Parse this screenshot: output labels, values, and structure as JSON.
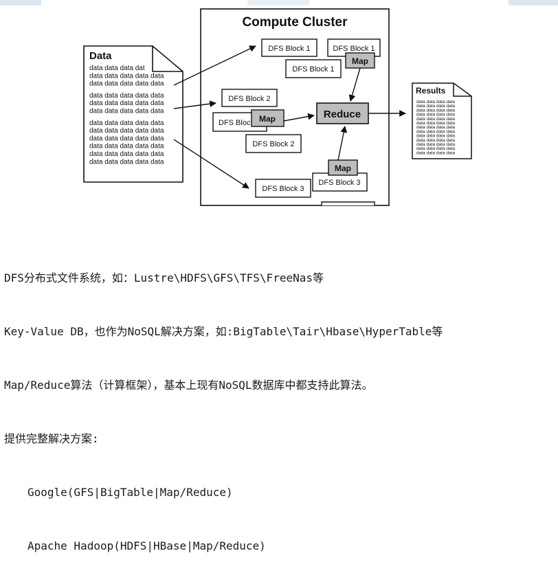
{
  "diagram": {
    "cluster_title": "Compute Cluster",
    "data_doc": {
      "title": "Data",
      "lines": [
        "data data data dat",
        "data data data data data",
        "data data data data data",
        "",
        "data data data data data",
        "data data data data data",
        "data data data data data",
        "",
        "data data data data data",
        "data data data data data",
        "data data data data data",
        "data data data data data",
        "data data data data data",
        "data data data data data"
      ]
    },
    "blocks": {
      "b1a": "DFS Block 1",
      "b1b": "DFS Block 1",
      "b1c": "DFS Block 1",
      "b2a": "DFS Block 2",
      "b2b": "DFS Bloc",
      "b2c": "DFS Block 2",
      "b3a": "DFS Block 3",
      "b3b": "DFS Block 3"
    },
    "map_label": "Map",
    "reduce_label": "Reduce",
    "results_doc": {
      "title": "Results",
      "line": "data data data data"
    },
    "colors": {
      "box_gray": "#bdbdbd",
      "stroke": "#111111"
    }
  },
  "notes": {
    "line1": "DFS分布式文件系统，如：Lustre\\HDFS\\GFS\\TFS\\FreeNas等",
    "line2": "Key-Value DB，也作为NoSQL解决方案，如:BigTable\\Tair\\Hbase\\HyperTable等",
    "line3": "Map/Reduce算法（计算框架），基本上现有NoSQL数据库中都支持此算法。",
    "line4": "提供完整解决方案:",
    "line5": "Google(GFS|BigTable|Map/Reduce)",
    "line6": "Apache Hadoop(HDFS|HBase|Map/Reduce)"
  },
  "topbar_colors": [
    "#dce6f2",
    "#e9eef6",
    "#dde7f3"
  ]
}
